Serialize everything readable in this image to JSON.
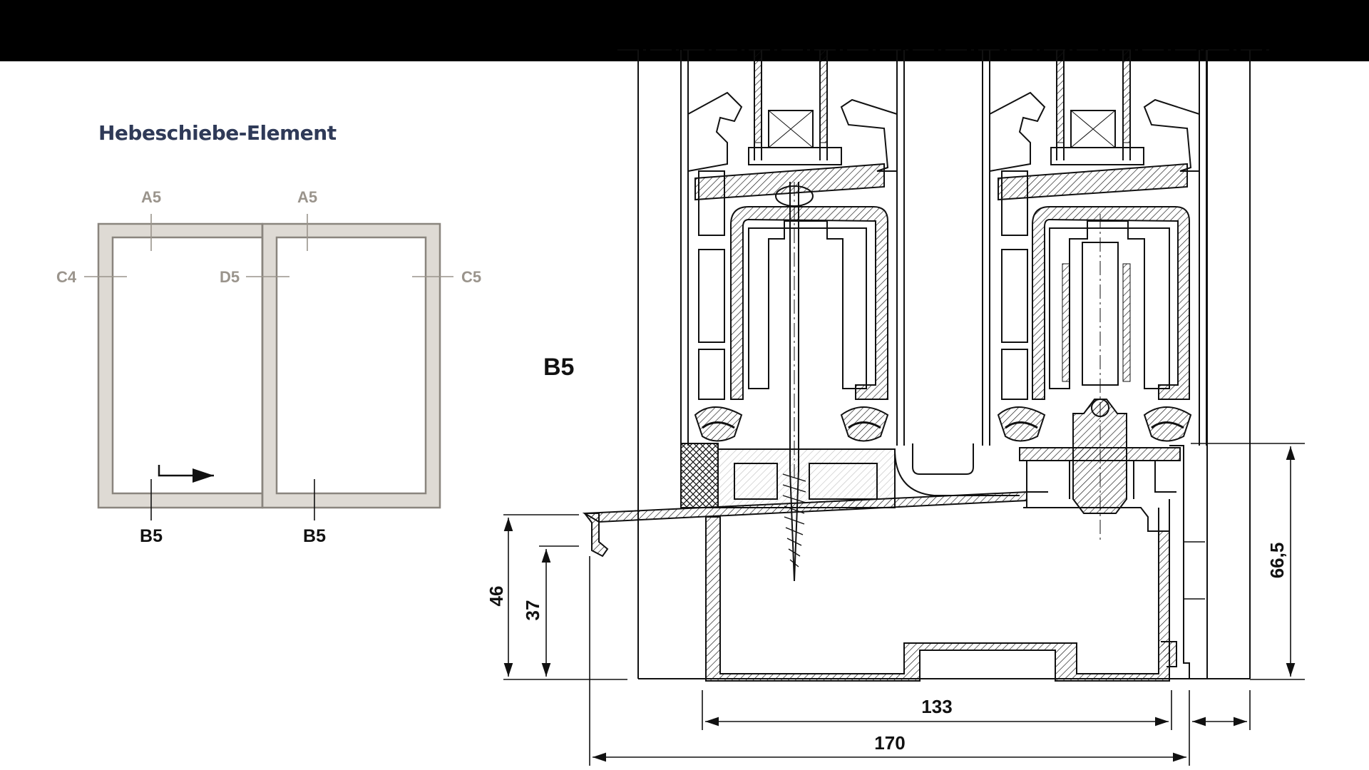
{
  "title": "Hebeschiebe-Element",
  "overview": {
    "labels": {
      "a5_left": "A5",
      "a5_right": "A5",
      "c4": "C4",
      "d5": "D5",
      "c5": "C5",
      "b5_left": "B5",
      "b5_right": "B5"
    }
  },
  "section": {
    "label": "B5",
    "dimensions": {
      "d46": "46",
      "d37": "37",
      "d66_5": "66,5",
      "d133": "133",
      "d170": "170"
    }
  },
  "colors": {
    "frame_fill": "#dedad4",
    "frame_stroke": "#8a857e",
    "title": "#2f3a58",
    "line": "#111111"
  }
}
